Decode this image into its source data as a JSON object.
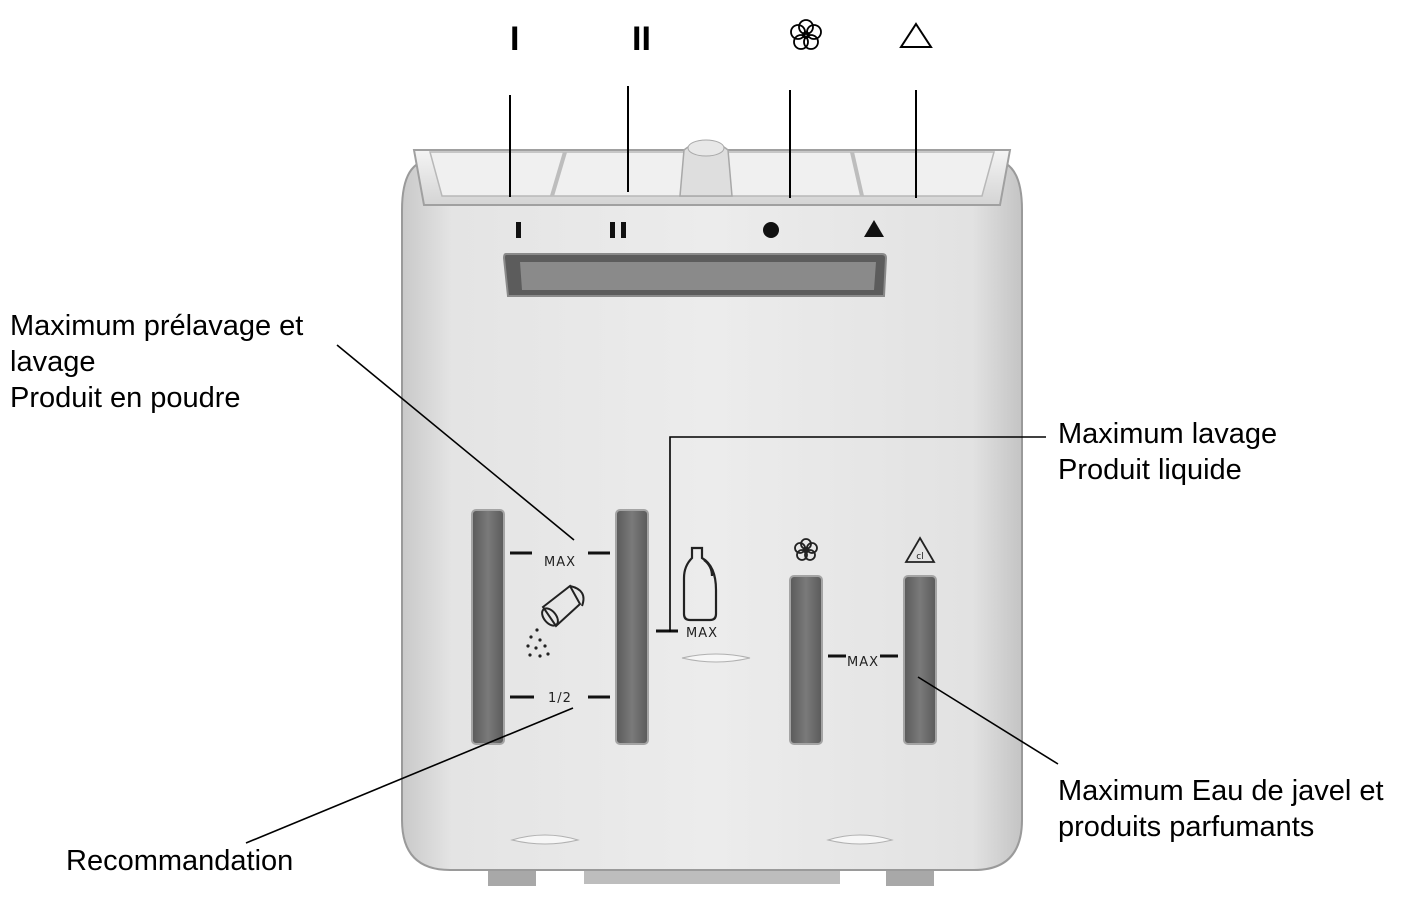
{
  "top_symbols": {
    "compartment_1": "I",
    "compartment_2": "II",
    "compartment_3": "softener-flower-icon",
    "compartment_4": "bleach-triangle-icon"
  },
  "dispenser_marks": {
    "compartment_1": "I",
    "compartment_2": "II",
    "max_powder": "MAX",
    "half_powder": "1/2",
    "max_liquid": "MAX",
    "max_bleach_softener": "MAX",
    "bleach_badge": "cl"
  },
  "callouts": {
    "powder_max": [
      "Maximum prélavage et",
      "lavage",
      "Produit en poudre"
    ],
    "liquid_max": [
      "Maximum lavage",
      "Produit liquide"
    ],
    "bleach_softener_max": [
      "Maximum Eau de javel et",
      "produits parfumants"
    ],
    "recommendation": [
      "Recommandation"
    ]
  },
  "colors": {
    "line": "#000000",
    "body": "#dcdcdc",
    "window": "#6e6e6e"
  }
}
